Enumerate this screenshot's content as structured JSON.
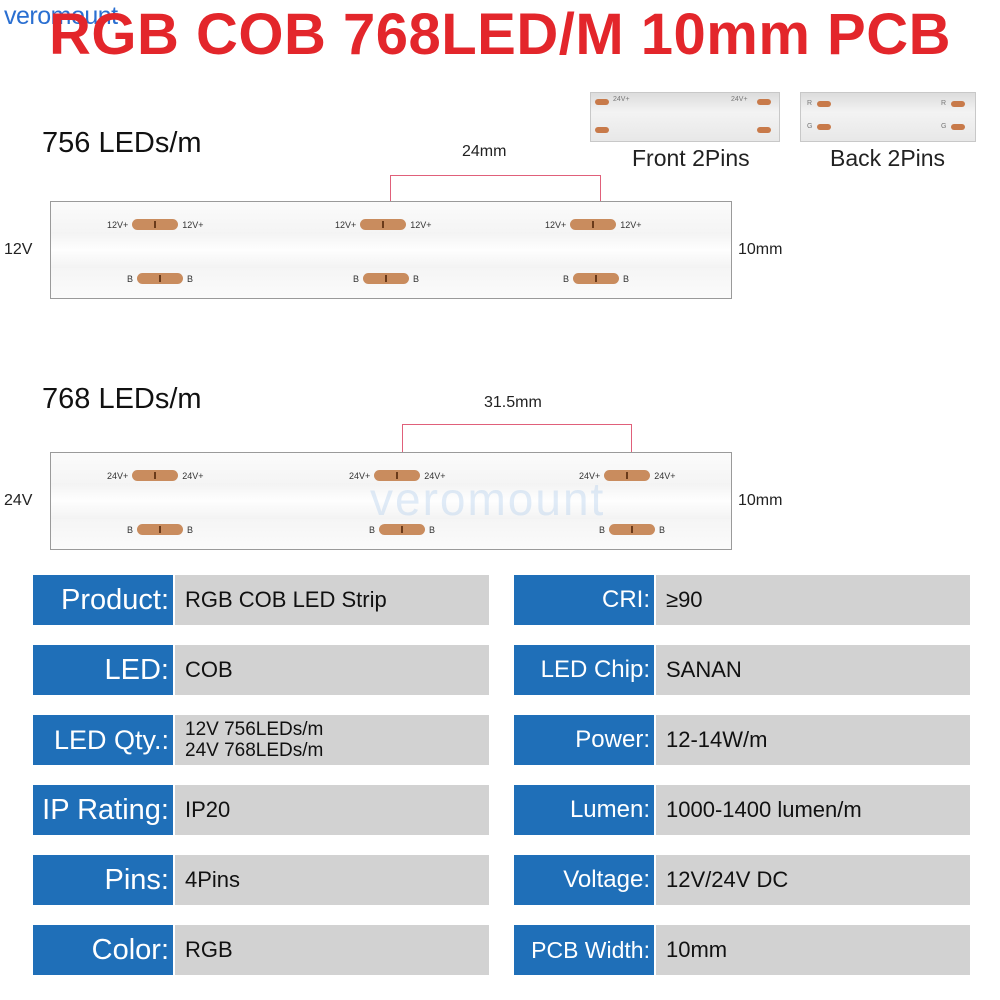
{
  "brand": {
    "part1": "vero",
    "part2": "mount"
  },
  "title": "RGB COB 768LED/M 10mm PCB",
  "thumbnails": {
    "front_caption": "Front 2Pins",
    "back_caption": "Back 2Pins",
    "front_pin_text": "24V+",
    "back_pin_r": "R",
    "back_pin_g": "G"
  },
  "strip_12v": {
    "heading": "756 LEDs/m",
    "spacing": "24mm",
    "voltage": "12V",
    "width": "10mm",
    "top_pin": "12V+",
    "bottom_pin": "B"
  },
  "strip_24v": {
    "heading": "768 LEDs/m",
    "spacing": "31.5mm",
    "voltage": "24V",
    "width": "10mm",
    "top_pin": "24V+",
    "bottom_pin": "B"
  },
  "specs_left": [
    {
      "label": "Product:",
      "value": "RGB COB LED Strip"
    },
    {
      "label": "LED:",
      "value": "COB"
    },
    {
      "label": "LED Qty.:",
      "value_line1": "12V 756LEDs/m",
      "value_line2": "24V 768LEDs/m"
    },
    {
      "label": "IP Rating:",
      "value": "IP20"
    },
    {
      "label": "Pins:",
      "value": "4Pins"
    },
    {
      "label": "Color:",
      "value": "RGB"
    }
  ],
  "specs_right": [
    {
      "label": "CRI:",
      "value": "≥90"
    },
    {
      "label": "LED Chip:",
      "value": "SANAN"
    },
    {
      "label": "Power:",
      "value": "12-14W/m"
    },
    {
      "label": "Lumen:",
      "value": "1000-1400 lumen/m"
    },
    {
      "label": "Voltage:",
      "value": "12V/24V DC"
    },
    {
      "label": "PCB Width:",
      "value": "10mm"
    }
  ],
  "colors": {
    "title_red": "#e3262b",
    "label_blue": "#1f6fb8",
    "value_grey": "#d2d2d2",
    "brand_blue": "#2a6fd1"
  }
}
